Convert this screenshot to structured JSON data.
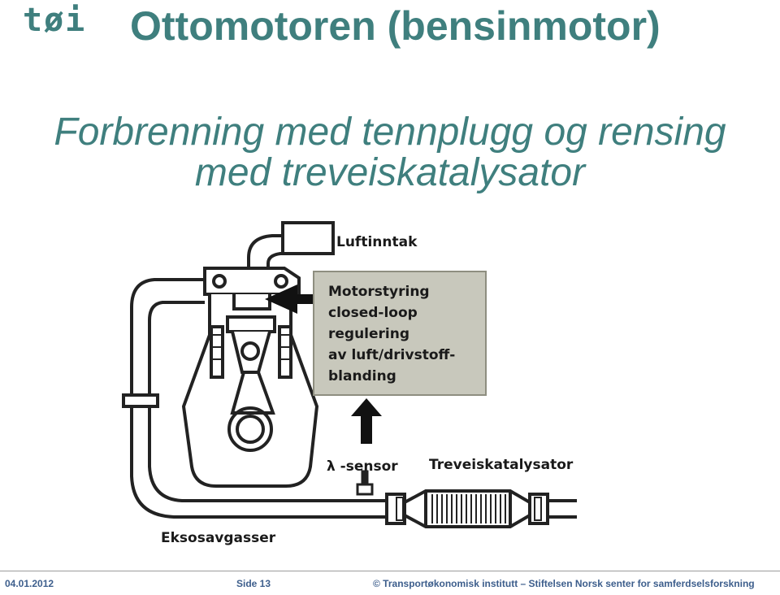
{
  "logo": {
    "text": "tøi"
  },
  "title": "Ottomotoren (bensinmotor)",
  "subtitle": {
    "line1": "Forbrenning med tennplugg og rensing",
    "line2": "med treveiskatalysator"
  },
  "diagram": {
    "air_intake_label": "Luftinntak",
    "control_box_lines": [
      "Motorstyring",
      "closed-loop",
      "regulering",
      "av luft/drivstoff-",
      "blanding"
    ],
    "lambda_label": "λ -sensor",
    "catalyst_label": "Treveiskatalysator",
    "exhaust_label": "Eksosavgasser"
  },
  "footer": {
    "date": "04.01.2012",
    "page": "Side 13",
    "copyright": "© Transportøkonomisk institutt – Stiftelsen Norsk senter for samferdselsforskning"
  },
  "colors": {
    "accent": "#3f7f7e",
    "footer_text": "#3d5e8c",
    "box_fill": "#c8c8bc"
  }
}
